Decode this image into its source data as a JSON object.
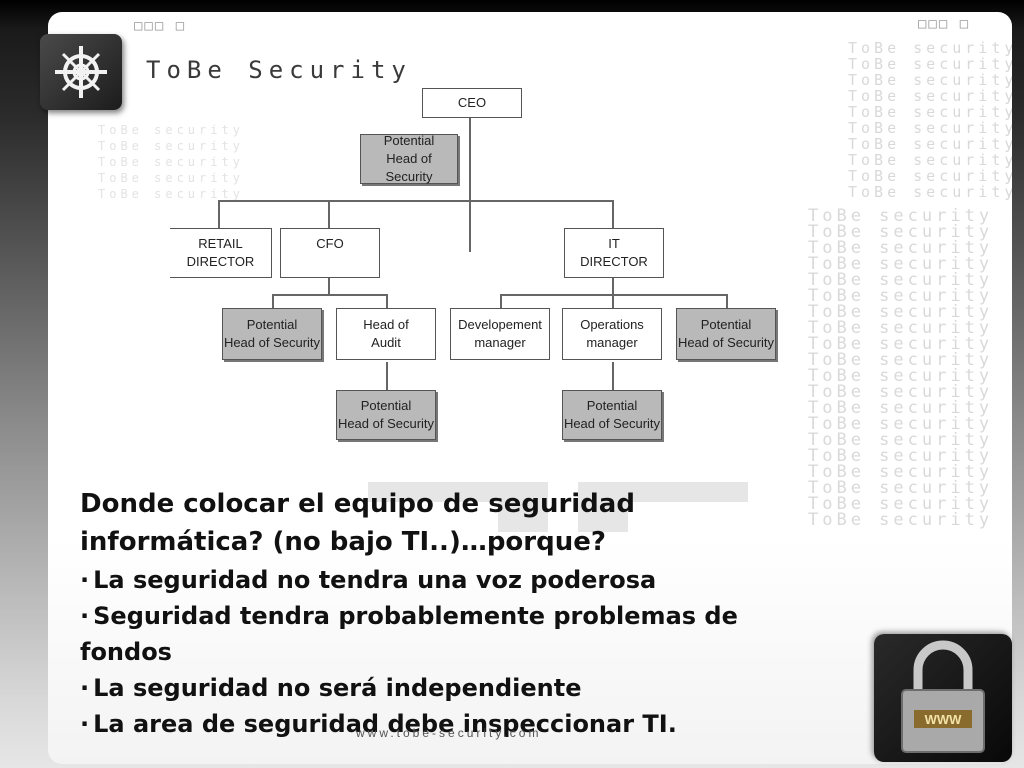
{
  "header": {
    "brand": "ToBe Security"
  },
  "watermark": {
    "text": "ToBe security"
  },
  "org_chart": {
    "ceo": "CEO",
    "potential_head_top": [
      "Potential",
      "Head of Security"
    ],
    "retail_director": [
      "RETAIL",
      "DIRECTOR"
    ],
    "cfo": "CFO",
    "it_director": [
      "IT",
      "DIRECTOR"
    ],
    "potential_head_cfo": [
      "Potential",
      "Head of Security"
    ],
    "head_of_audit": [
      "Head of",
      "Audit"
    ],
    "development_manager": [
      "Developement",
      "manager"
    ],
    "operations_manager": [
      "Operations",
      "manager"
    ],
    "potential_head_it": [
      "Potential",
      "Head of Security"
    ],
    "potential_head_audit": [
      "Potential",
      "Head of Security"
    ],
    "potential_head_ops": [
      "Potential",
      "Head of Security"
    ]
  },
  "content": {
    "question_line1": "Donde colocar el equipo de seguridad",
    "question_line2": "informática? (no bajo TI..)…porque?",
    "bullets": [
      "La seguridad no tendra una voz poderosa",
      "Seguridad tendra probablemente problemas de",
      "fondos",
      "La seguridad no será independiente",
      "La area de seguridad debe inspeccionar TI."
    ]
  },
  "footer": {
    "text": "www.tobe-security.com"
  },
  "lock": {
    "label": "WWW"
  }
}
